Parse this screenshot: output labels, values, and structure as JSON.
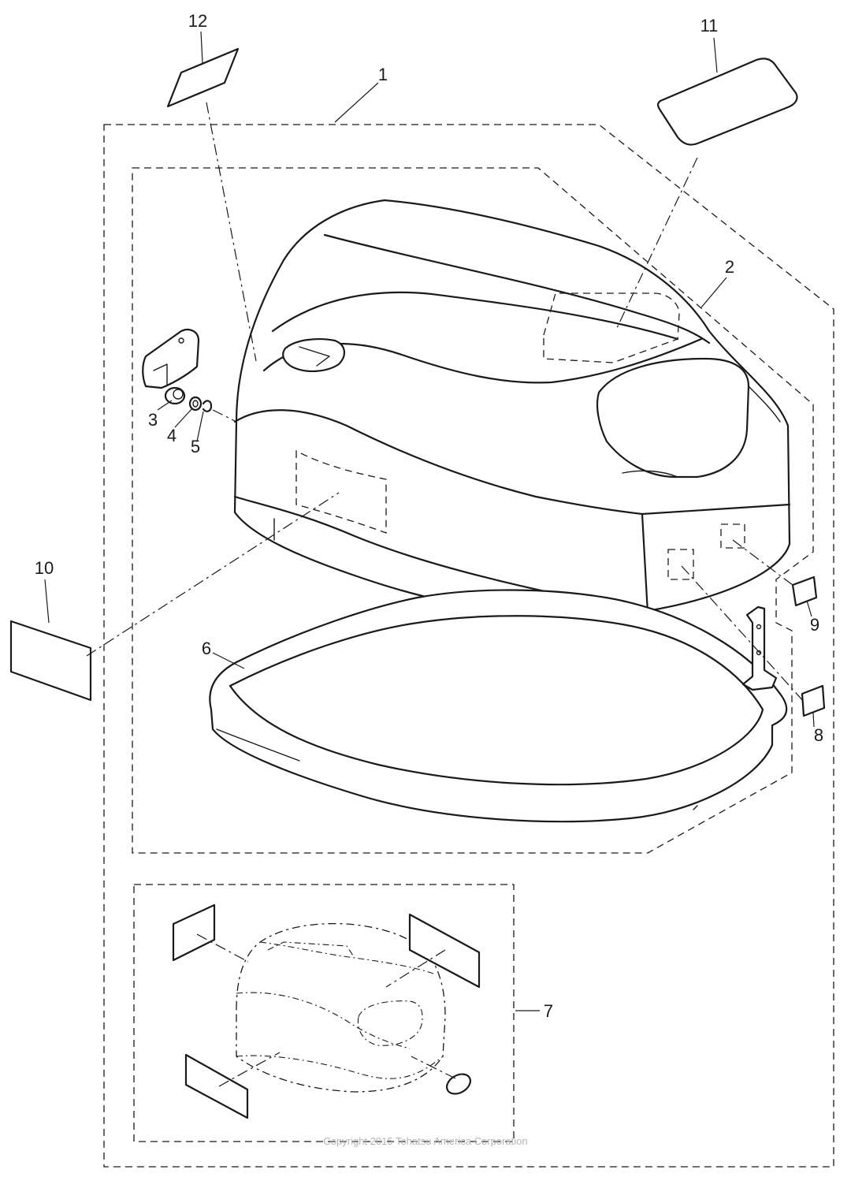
{
  "diagram": {
    "callouts": [
      {
        "id": "1",
        "label": "1"
      },
      {
        "id": "2",
        "label": "2"
      },
      {
        "id": "3",
        "label": "3"
      },
      {
        "id": "4",
        "label": "4"
      },
      {
        "id": "5",
        "label": "5"
      },
      {
        "id": "6",
        "label": "6"
      },
      {
        "id": "7",
        "label": "7"
      },
      {
        "id": "8",
        "label": "8"
      },
      {
        "id": "9",
        "label": "9"
      },
      {
        "id": "10",
        "label": "10"
      },
      {
        "id": "11",
        "label": "11"
      },
      {
        "id": "12",
        "label": "12"
      }
    ],
    "copyright": "Copyright 2015 Tohatsu America Corporation"
  }
}
